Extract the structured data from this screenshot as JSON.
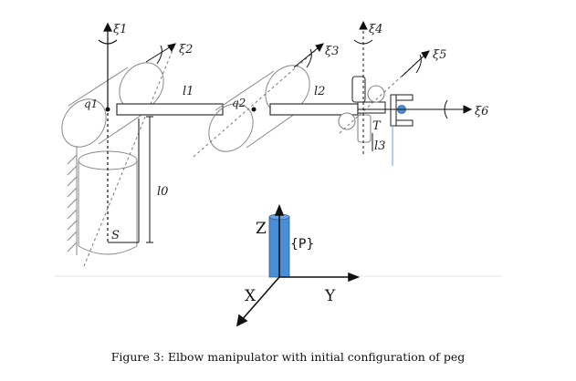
{
  "caption": "Figure 3: Elbow manipulator with initial configuration of peg",
  "robot": {
    "twist_labels": [
      "ξ1",
      "ξ2",
      "ξ3",
      "ξ4",
      "ξ5",
      "ξ6"
    ],
    "joint_labels": [
      "q1",
      "q2"
    ],
    "link_labels": [
      "l0",
      "l1",
      "l2",
      "l3"
    ],
    "frame_labels": [
      "S",
      "T"
    ]
  },
  "peg_frame": {
    "label": "{P}",
    "axes": [
      "Z",
      "X",
      "Y"
    ],
    "peg_color": "#4a8fd6"
  }
}
